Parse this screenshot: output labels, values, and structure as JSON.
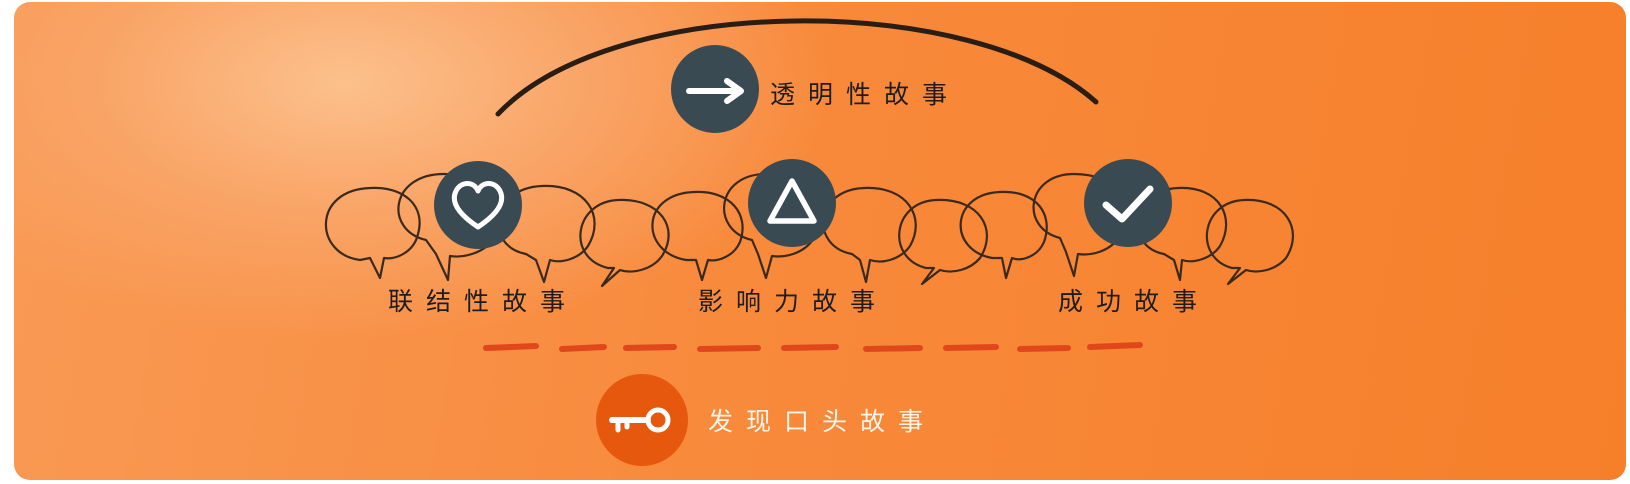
{
  "top": {
    "label": "透明性故事",
    "icon": "arrow-right-icon"
  },
  "stories": [
    {
      "label": "联结性故事",
      "icon": "heart-icon"
    },
    {
      "label": "影响力故事",
      "icon": "triangle-icon"
    },
    {
      "label": "成功故事",
      "icon": "check-icon"
    }
  ],
  "bottom": {
    "label": "发现口头故事",
    "icon": "key-icon"
  },
  "colors": {
    "background_light": "#fcc08c",
    "background": "#f88a3c",
    "badge": "#3a4a52",
    "key_badge": "#e7580f",
    "dash": "#e0481c",
    "outline": "#3b2a1c"
  }
}
